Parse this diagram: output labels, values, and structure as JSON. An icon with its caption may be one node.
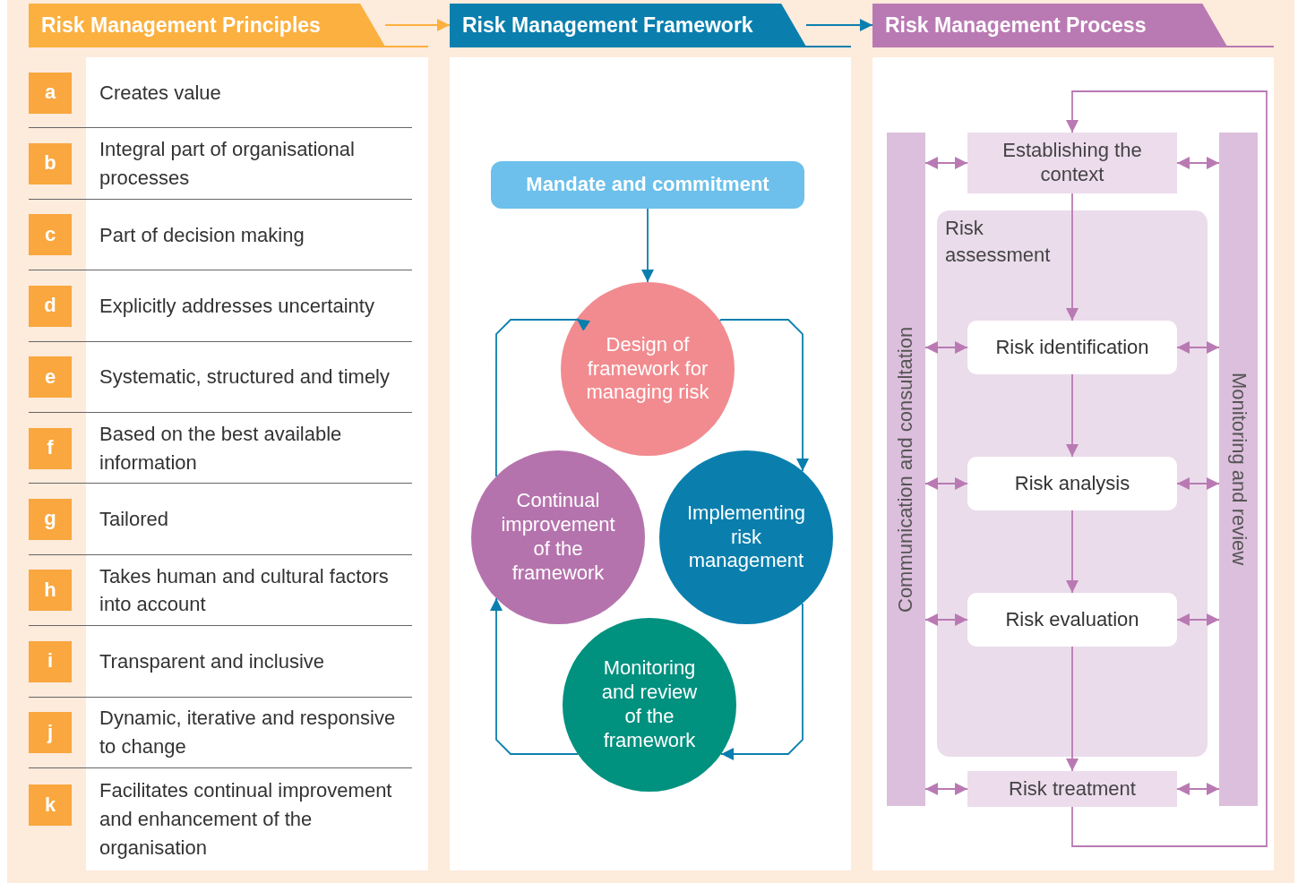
{
  "diagram": {
    "nodes": [
      {
        "text": [
          "Risk Management Principles"
        ]
      },
      {
        "text": [
          "Risk Management Framework"
        ]
      },
      {
        "text": [
          "Risk Management Process"
        ]
      },
      {
        "text": [
          "a"
        ],
        "beside": [
          "Creates value"
        ]
      },
      {
        "text": [
          "b"
        ],
        "beside": [
          "Integral part of organisational processes"
        ]
      },
      {
        "text": [
          "c"
        ],
        "beside": [
          "Part of decision making"
        ]
      },
      {
        "text": [
          "d"
        ],
        "beside": [
          "Explicitly addresses uncertainty"
        ]
      },
      {
        "text": [
          "e"
        ],
        "beside": [
          "Systematic, structured and timely"
        ]
      },
      {
        "text": [
          "f"
        ],
        "beside": [
          "Based on the best available information"
        ]
      },
      {
        "text": [
          "g"
        ],
        "beside": [
          "Tailored"
        ]
      },
      {
        "text": [
          "h"
        ],
        "beside": [
          "Takes human and cultural factors into account"
        ]
      },
      {
        "text": [
          "i"
        ],
        "beside": [
          "Transparent and inclusive"
        ]
      },
      {
        "text": [
          "j"
        ],
        "beside": [
          "Dynamic, iterative and responsive to change"
        ]
      },
      {
        "text": [
          "k"
        ],
        "beside": [
          "Facilitates continual improvement and enhancement of the organisation"
        ]
      },
      {
        "text": [
          "Mandate and commitment"
        ]
      },
      {
        "text": [
          "Design of framework for managing risk"
        ]
      },
      {
        "text": [
          "Continual improvement of the framework"
        ]
      },
      {
        "text": [
          "Implementing risk management"
        ]
      },
      {
        "text": [
          "Monitoring and review of the framework"
        ]
      },
      {
        "text": [
          "Communication and consultation"
        ]
      },
      {
        "text": [
          "Establishing the context"
        ]
      },
      {
        "text": [
          "Risk assessment"
        ]
      },
      {
        "text": [
          "Risk identification"
        ],
        "in": 21
      },
      {
        "text": [
          "Risk analysis"
        ],
        "in": 21
      },
      {
        "text": [
          "Risk evaluation"
        ],
        "in": 21
      },
      {
        "text": [
          "Risk treatment"
        ]
      },
      {
        "text": [
          "Monitoring and review"
        ]
      }
    ],
    "edges": [
      {
        "from": 0,
        "to": 1,
        "arrow": "to",
        "color": "#fbb040"
      },
      {
        "from": 1,
        "to": 2,
        "arrow": "to",
        "color": "#0a7fae"
      },
      {
        "from": 14,
        "to": 15,
        "arrow": "to",
        "color": "#0a7fae"
      },
      {
        "from": 15,
        "to": 17,
        "arrow": "to",
        "color": "#0a7fae"
      },
      {
        "from": 17,
        "to": 18,
        "arrow": "to",
        "color": "#0a7fae"
      },
      {
        "from": 18,
        "to": 16,
        "arrow": "to",
        "color": "#0a7fae"
      },
      {
        "from": 16,
        "to": 15,
        "arrow": "to",
        "color": "#0a7fae"
      },
      {
        "from": 20,
        "to": 22,
        "arrow": "to"
      },
      {
        "from": 22,
        "to": 23,
        "arrow": "to"
      },
      {
        "from": 23,
        "to": 24,
        "arrow": "to"
      },
      {
        "from": 24,
        "to": 25,
        "arrow": "to"
      },
      {
        "from": 25,
        "to": 20,
        "arrow": "to"
      },
      {
        "from": 19,
        "to": 20,
        "arrow": "both"
      },
      {
        "from": 19,
        "to": 22,
        "arrow": "both"
      },
      {
        "from": 19,
        "to": 23,
        "arrow": "both"
      },
      {
        "from": 19,
        "to": 24,
        "arrow": "both"
      },
      {
        "from": 19,
        "to": 25,
        "arrow": "both"
      },
      {
        "from": 20,
        "to": 26,
        "arrow": "both"
      },
      {
        "from": 22,
        "to": 26,
        "arrow": "both"
      },
      {
        "from": 23,
        "to": 26,
        "arrow": "both"
      },
      {
        "from": 24,
        "to": 26,
        "arrow": "both"
      },
      {
        "from": 25,
        "to": 26,
        "arrow": "both"
      }
    ]
  }
}
